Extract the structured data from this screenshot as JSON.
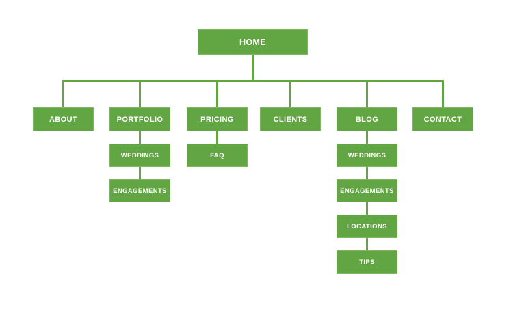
{
  "sitemap": {
    "root": {
      "label": "HOME"
    },
    "sections": [
      {
        "label": "ABOUT",
        "children": []
      },
      {
        "label": "PORTFOLIO",
        "children": [
          {
            "label": "WEDDINGS"
          },
          {
            "label": "ENGAGEMENTS"
          }
        ]
      },
      {
        "label": "PRICING",
        "children": [
          {
            "label": "FAQ"
          }
        ]
      },
      {
        "label": "CLIENTS",
        "children": []
      },
      {
        "label": "BLOG",
        "children": [
          {
            "label": "WEDDINGS"
          },
          {
            "label": "ENGAGEMENTS"
          },
          {
            "label": "LOCATIONS"
          },
          {
            "label": "TIPS"
          }
        ]
      },
      {
        "label": "CONTACT",
        "children": []
      }
    ],
    "colors": {
      "node_fill": "#62A644",
      "node_border": "#7DB75F",
      "node_text": "#FFFFFF",
      "connector": "#62A644",
      "background": "#FFFFFF"
    }
  }
}
